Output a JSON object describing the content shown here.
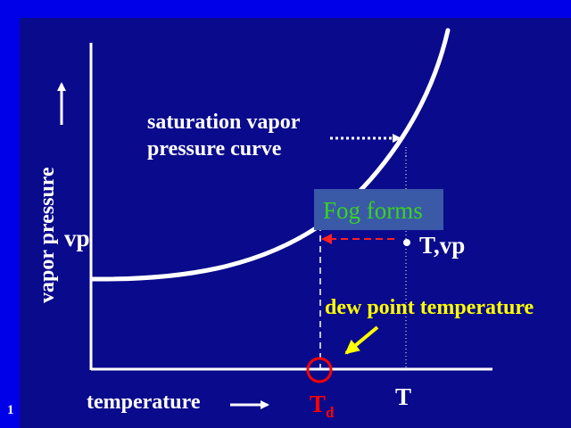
{
  "slide": {
    "number": "1",
    "colors": {
      "background": "#0a0a8c",
      "border": "#0000e8"
    }
  },
  "diagram": {
    "y_axis_label": "vapor pressure",
    "x_axis_label": "temperature",
    "curve_label": "saturation vapor pressure curve",
    "curve_label_lines": [
      "saturation vapor",
      "pressure  curve"
    ],
    "fog_label": "Fog forms",
    "point_label": "T,vp",
    "vp_tick_label": "vp",
    "dew_point_label": "dew point temperature",
    "td_label_main": "T",
    "td_label_sub": "d",
    "t_tick_label": "T",
    "colors": {
      "curve": "#ffffff",
      "axes": "#ffffff",
      "dashed_arrow": "#ff2020",
      "dew_marker": "#ff0000",
      "dew_arrow": "#ffff00",
      "fog_box": "#3a5aa8",
      "fog_text": "#39d321"
    },
    "arrow_icons": [
      "up-arrow-icon",
      "right-arrow-icon",
      "dotted-right-arrow-icon",
      "dashed-left-arrow-icon",
      "dew-pointer-arrow-icon"
    ]
  }
}
